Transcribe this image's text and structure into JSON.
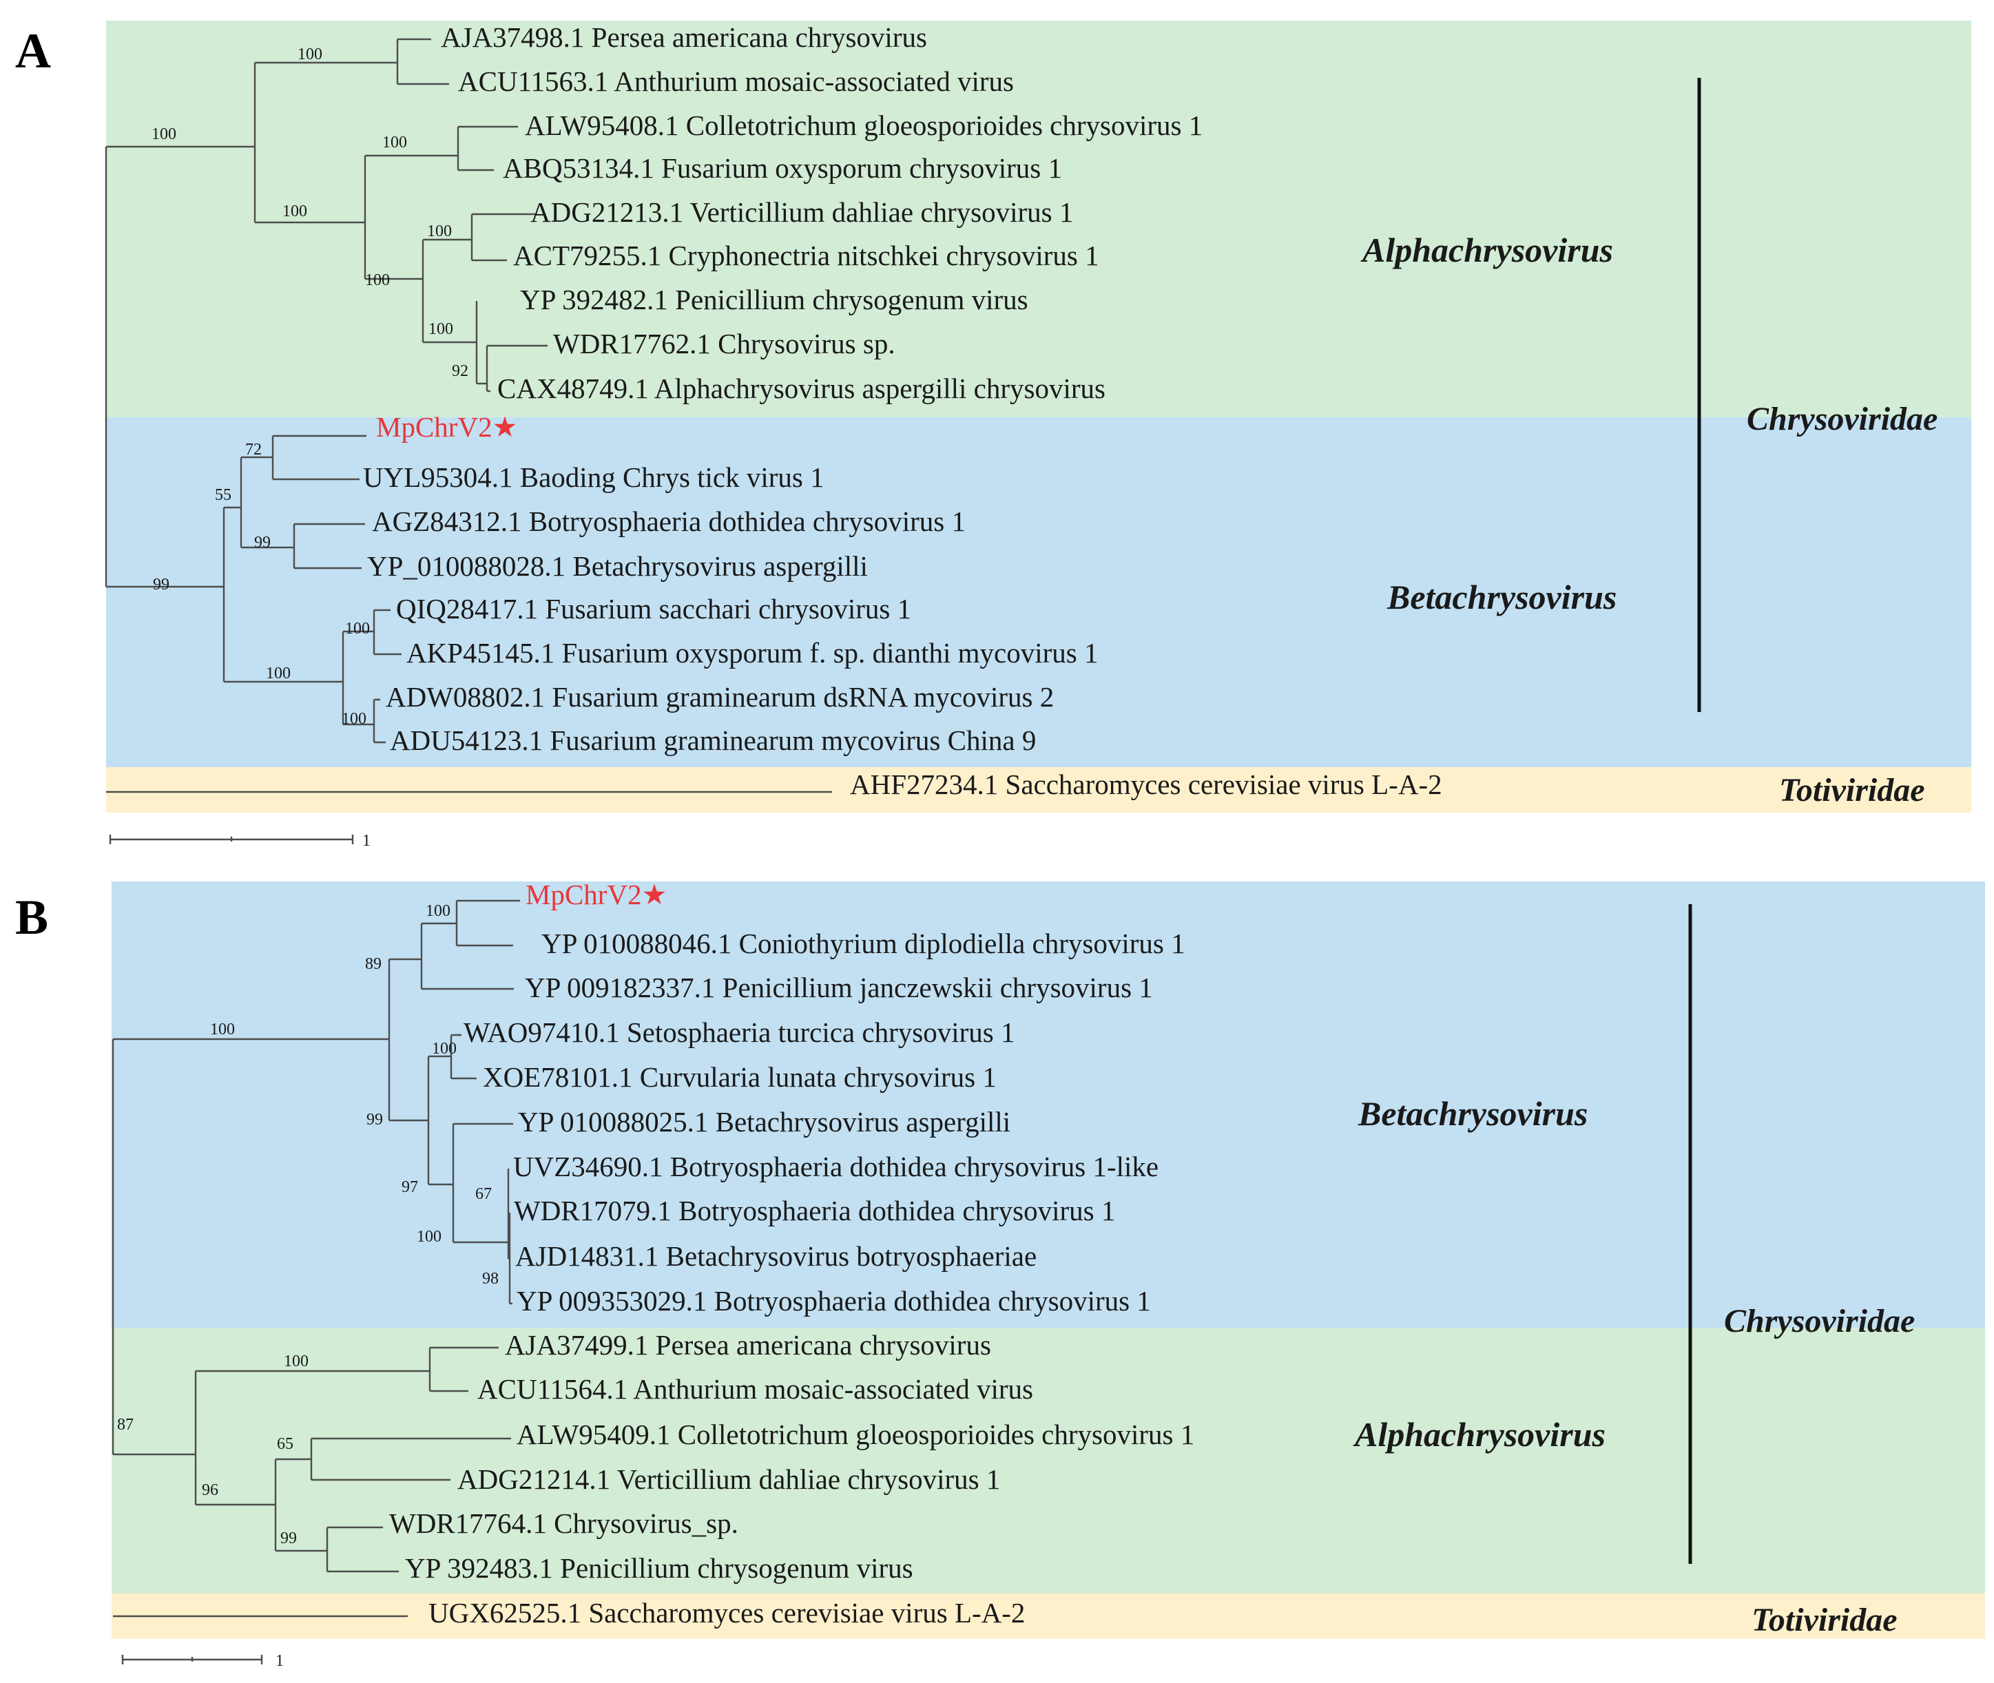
{
  "colors": {
    "alphachrysovirus_band": "#d3ecd5",
    "betachrysovirus_band": "#c2e0f2",
    "totiviridae_band": "#fdf0cb",
    "highlight_taxon": "#e8363a",
    "branch": "#4d4d4d"
  },
  "panels": [
    {
      "letter": "A",
      "tips": [
        "AJA37498.1 Persea americana chrysovirus",
        "ACU11563.1 Anthurium mosaic-associated virus",
        "ALW95408.1 Colletotrichum gloeosporioides chrysovirus 1",
        "ABQ53134.1 Fusarium oxysporum chrysovirus 1",
        "ADG21213.1 Verticillium dahliae chrysovirus 1",
        "ACT79255.1 Cryphonectria nitschkei chrysovirus 1",
        "YP 392482.1 Penicillium chrysogenum virus",
        "WDR17762.1 Chrysovirus sp.",
        "CAX48749.1 Alphachrysovirus aspergilli chrysovirus",
        "MpChrV2★",
        "UYL95304.1 Baoding Chrys tick virus 1",
        "AGZ84312.1 Botryosphaeria dothidea chrysovirus 1",
        "YP_010088028.1 Betachrysovirus aspergilli",
        "QIQ28417.1 Fusarium sacchari chrysovirus 1",
        "AKP45145.1 Fusarium oxysporum f. sp. dianthi mycovirus 1",
        "ADW08802.1 Fusarium graminearum dsRNA mycovirus 2",
        "ADU54123.1 Fusarium graminearum mycovirus China 9",
        "AHF27234.1 Saccharomyces cerevisiae virus L-A-2"
      ],
      "bootstraps": [
        "100",
        "100",
        "100",
        "100",
        "100",
        "100",
        "100",
        "92",
        "72",
        "55",
        "99",
        "99",
        "100",
        "100",
        "100"
      ],
      "groups": {
        "genus_1": "Alphachrysovirus",
        "genus_2": "Betachrysovirus",
        "family": "Chrysoviridae",
        "outgroup_family": "Totiviridae"
      },
      "scale_label": "1"
    },
    {
      "letter": "B",
      "tips": [
        "MpChrV2★",
        "YP 010088046.1 Coniothyrium diplodiella chrysovirus 1",
        "YP 009182337.1 Penicillium janczewskii chrysovirus 1",
        "WAO97410.1 Setosphaeria turcica chrysovirus 1",
        "XOE78101.1 Curvularia lunata chrysovirus 1",
        "YP 010088025.1 Betachrysovirus aspergilli",
        "UVZ34690.1 Botryosphaeria dothidea chrysovirus 1-like",
        "WDR17079.1 Botryosphaeria dothidea chrysovirus 1",
        "AJD14831.1 Betachrysovirus botryosphaeriae",
        "YP 009353029.1 Botryosphaeria dothidea chrysovirus 1",
        "AJA37499.1 Persea americana chrysovirus",
        "ACU11564.1 Anthurium mosaic-associated virus",
        "ALW95409.1 Colletotrichum gloeosporioides chrysovirus 1",
        "ADG21214.1 Verticillium dahliae chrysovirus 1",
        "WDR17764.1 Chrysovirus_sp.",
        "YP 392483.1 Penicillium chrysogenum virus",
        "UGX62525.1 Saccharomyces cerevisiae virus L-A-2"
      ],
      "bootstraps": [
        "100",
        "89",
        "100",
        "100",
        "99",
        "97",
        "67",
        "100",
        "98",
        "100",
        "87",
        "65",
        "96",
        "99"
      ],
      "groups": {
        "genus_1": "Betachrysovirus",
        "genus_2": "Alphachrysovirus",
        "family": "Chrysoviridae",
        "outgroup_family": "Totiviridae"
      },
      "scale_label": "1"
    }
  ]
}
